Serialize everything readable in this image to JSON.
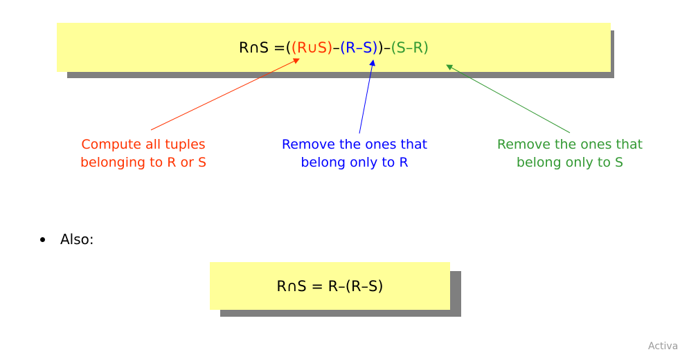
{
  "formula_main": {
    "lhs": "R∩S = ",
    "open": "(",
    "union": "(R∪S)",
    "minus1": " – ",
    "diffRS": "(R–S)",
    "close": ")",
    "minus2": " – ",
    "diffSR": "(S–R)"
  },
  "annotations": {
    "red": [
      "Compute all tuples",
      "belonging to R or S"
    ],
    "blue": [
      "Remove the ones that",
      "belong only to R"
    ],
    "green": [
      "Remove the ones that",
      "belong only to S"
    ]
  },
  "bullet": "Also:",
  "formula_alt": "R∩S = R–(R–S)",
  "watermark": "Activa",
  "colors": {
    "red": "#ff3300",
    "blue": "#0000ff",
    "green": "#339933",
    "box_fill": "#ffff99",
    "box_shadow": "#7f7f7f"
  }
}
